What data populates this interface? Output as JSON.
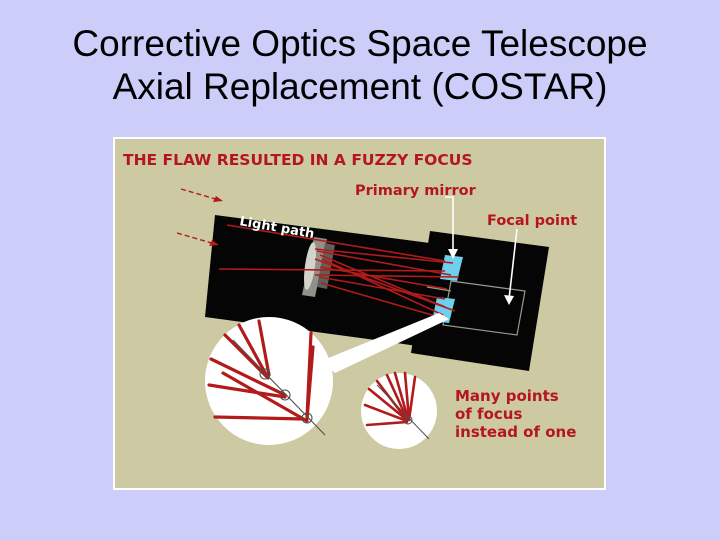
{
  "slide": {
    "title_line1": "Corrective Optics Space Telescope",
    "title_line2": "Axial Replacement (COSTAR)"
  },
  "diagram": {
    "heading": "THE FLAW RESULTED IN A FUZZY FOCUS",
    "label_primary_mirror": "Primary mirror",
    "label_focal_point": "Focal point",
    "label_light_path": "Light path",
    "caption_line1": "Many points",
    "caption_line2": "of focus",
    "caption_line3": "instead of one"
  },
  "colors": {
    "slide_background": "#cccdf9",
    "figure_background": "#ccc9a3",
    "heading_red": "#b5161e",
    "label_white": "#ffffff",
    "ray_red": "#b31a1a",
    "tube_black": "#050505"
  }
}
